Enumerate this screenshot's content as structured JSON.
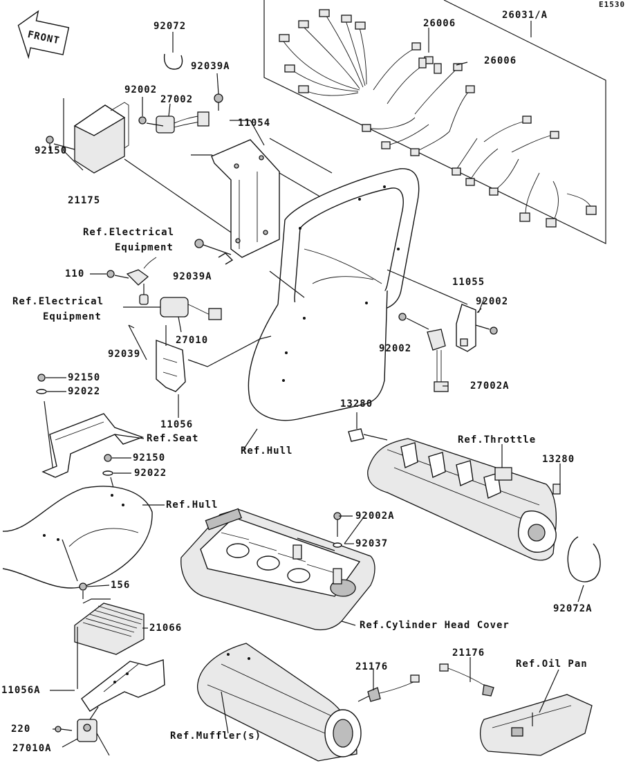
{
  "diagram": {
    "code": "E1530",
    "front_badge": "FRONT",
    "labels": {
      "p92072": "92072",
      "p92039A_top": "92039A",
      "p92002_top": "92002",
      "p27002": "27002",
      "p92150_left": "92150",
      "p21175": "21175",
      "p11054": "11054",
      "p26006_a": "26006",
      "p26006_b": "26006",
      "p26031A": "26031/A",
      "ref_elec_1a": "Ref.Electrical",
      "ref_elec_1b": "Equipment",
      "p92039A_mid": "92039A",
      "p110": "110",
      "ref_elec_2a": "Ref.Electrical",
      "ref_elec_2b": "Equipment",
      "p27010": "27010",
      "p92039": "92039",
      "p92150_b": "92150",
      "p92022_b": "92022",
      "p11056": "11056",
      "ref_seat": "Ref.Seat",
      "p92150_c": "92150",
      "p92022_c": "92022",
      "ref_hull_left": "Ref.Hull",
      "ref_hull_center": "Ref.Hull",
      "p11055": "11055",
      "p92002_right": "92002",
      "p92002_mid": "92002",
      "p27002A": "27002A",
      "p13280_a": "13280",
      "ref_throttle": "Ref.Throttle",
      "p13280_b": "13280",
      "p92002A": "92002A",
      "p92037": "92037",
      "p92072A": "92072A",
      "p156": "156",
      "p21066": "21066",
      "ref_cyl_head": "Ref.Cylinder Head Cover",
      "p11056A": "11056A",
      "p21176_a": "21176",
      "p21176_b": "21176",
      "ref_oil_pan": "Ref.Oil Pan",
      "p220": "220",
      "p27010A": "27010A",
      "ref_muffler": "Ref.Muffler(s)"
    }
  }
}
